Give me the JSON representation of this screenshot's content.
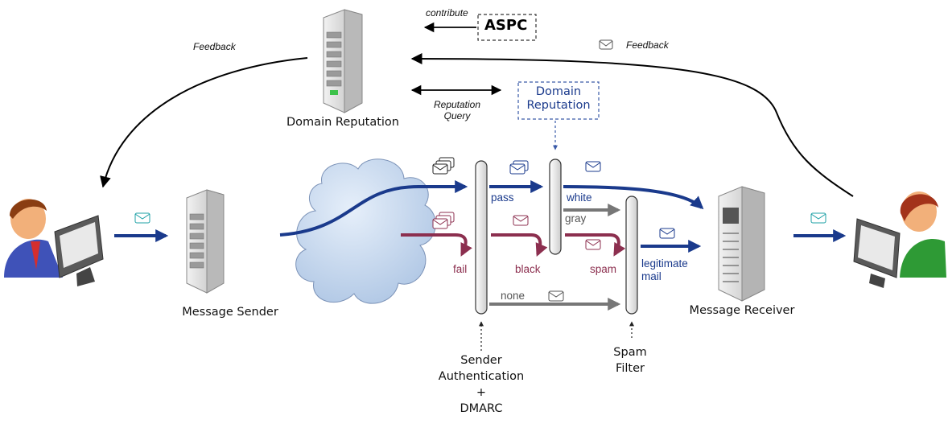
{
  "labels": {
    "contribute": "contribute",
    "aspc": "ASPC",
    "feedback_left": "Feedback",
    "feedback_right": "Feedback",
    "domain_reputation_server": "Domain Reputation",
    "reputation_query": "Reputation\nQuery",
    "domain_reputation_box": "Domain\nReputation",
    "pass": "pass",
    "fail": "fail",
    "white": "white",
    "gray": "gray",
    "black": "black",
    "spam": "spam",
    "none": "none",
    "legitimate_mail": "legitimate\nmail",
    "message_sender": "Message Sender",
    "message_receiver": "Message Receiver",
    "sender_authentication": "Sender\nAuthentication\n+\nDMARC",
    "spam_filter": "Spam\nFilter"
  },
  "colors": {
    "blue": "#1a3a8c",
    "maroon": "#8c2f4f",
    "gray": "#777777",
    "dashed_blue": "#3a5aa8"
  }
}
